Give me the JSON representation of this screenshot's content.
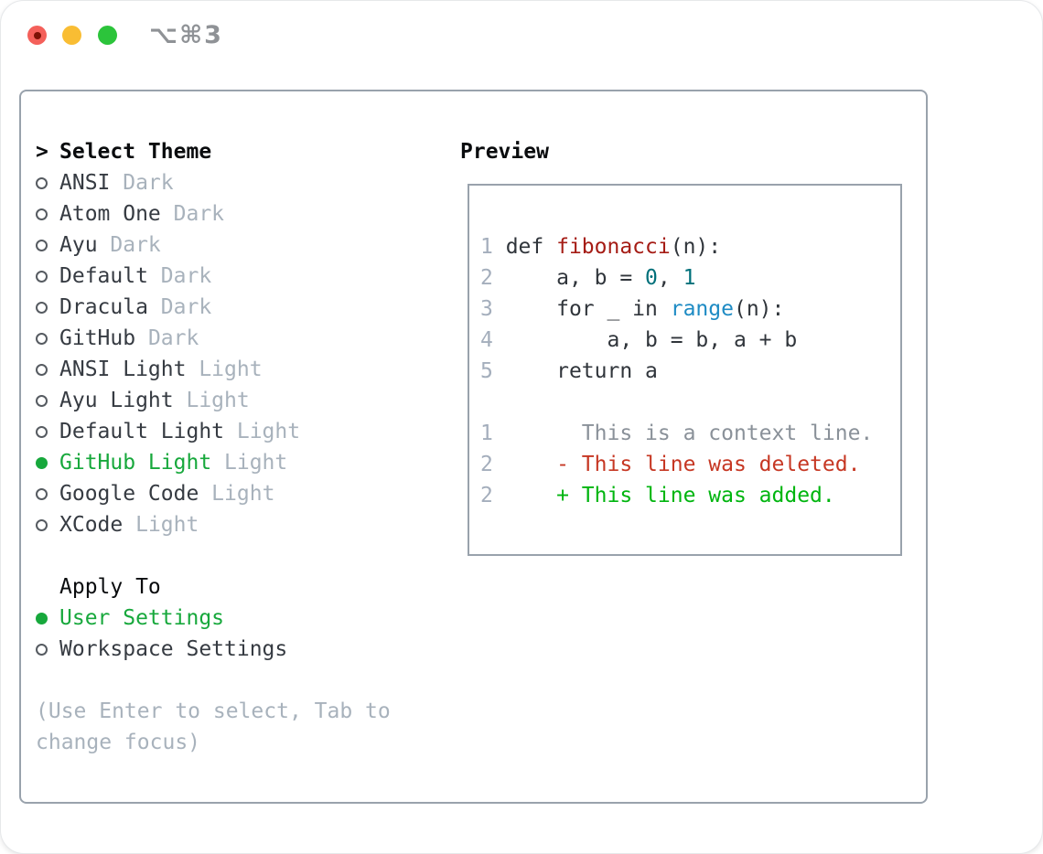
{
  "window": {
    "title": "⌥⌘3"
  },
  "left": {
    "heading_prefix": ">",
    "heading": "Select Theme",
    "themes": [
      {
        "name": "ANSI",
        "variant": "Dark",
        "selected": false
      },
      {
        "name": "Atom One",
        "variant": "Dark",
        "selected": false
      },
      {
        "name": "Ayu",
        "variant": "Dark",
        "selected": false
      },
      {
        "name": "Default",
        "variant": "Dark",
        "selected": false
      },
      {
        "name": "Dracula",
        "variant": "Dark",
        "selected": false
      },
      {
        "name": "GitHub",
        "variant": "Dark",
        "selected": false
      },
      {
        "name": "ANSI Light",
        "variant": "Light",
        "selected": false
      },
      {
        "name": "Ayu Light",
        "variant": "Light",
        "selected": false
      },
      {
        "name": "Default Light",
        "variant": "Light",
        "selected": false
      },
      {
        "name": "GitHub Light",
        "variant": "Light",
        "selected": true
      },
      {
        "name": "Google Code",
        "variant": "Light",
        "selected": false
      },
      {
        "name": "XCode",
        "variant": "Light",
        "selected": false
      }
    ],
    "apply_to": {
      "heading": "Apply To",
      "options": [
        {
          "label": "User Settings",
          "selected": true
        },
        {
          "label": "Workspace Settings",
          "selected": false
        }
      ]
    },
    "footer": "(Use Enter to select, Tab to change focus)"
  },
  "preview": {
    "heading": "Preview",
    "code_lines": [
      {
        "num": "1",
        "segments": [
          {
            "t": "def ",
            "c": "code"
          },
          {
            "t": "fibonacci",
            "c": "function"
          },
          {
            "t": "(n):",
            "c": "code"
          }
        ]
      },
      {
        "num": "2",
        "segments": [
          {
            "t": "    a, b = ",
            "c": "code"
          },
          {
            "t": "0",
            "c": "number"
          },
          {
            "t": ", ",
            "c": "code"
          },
          {
            "t": "1",
            "c": "number"
          }
        ]
      },
      {
        "num": "3",
        "segments": [
          {
            "t": "    for _ in ",
            "c": "code"
          },
          {
            "t": "range",
            "c": "builtin"
          },
          {
            "t": "(n):",
            "c": "code"
          }
        ]
      },
      {
        "num": "4",
        "segments": [
          {
            "t": "        a, b = b, a + b",
            "c": "code"
          }
        ]
      },
      {
        "num": "5",
        "segments": [
          {
            "t": "    return a",
            "c": "code"
          }
        ]
      },
      {
        "num": "",
        "segments": []
      },
      {
        "num": "1",
        "segments": [
          {
            "t": "      This is a context line.",
            "c": "context"
          }
        ]
      },
      {
        "num": "2",
        "segments": [
          {
            "t": "    - This line was deleted.",
            "c": "deleted"
          }
        ]
      },
      {
        "num": "2",
        "segments": [
          {
            "t": "    + This line was added.",
            "c": "added"
          }
        ]
      }
    ]
  },
  "colors": {
    "accent": "#17a83c",
    "added": "#00b50f",
    "deleted": "#c63723",
    "function": "#a51c15",
    "number": "#00707a",
    "builtin": "#1e8bc4",
    "code": "#30353b",
    "context": "#8a9199",
    "muted": "#a8b2bc",
    "linenum": "#a4aebc",
    "border": "#99a2ac",
    "text": "#363b42",
    "heading": "#0a0c0e",
    "radio": "#565b61",
    "traffic_red": "#f4605a",
    "traffic_red_dot": "#7c1205",
    "traffic_yellow": "#f9bd33",
    "traffic_green": "#2cc43b",
    "titlebar_text": "#8f9296"
  }
}
